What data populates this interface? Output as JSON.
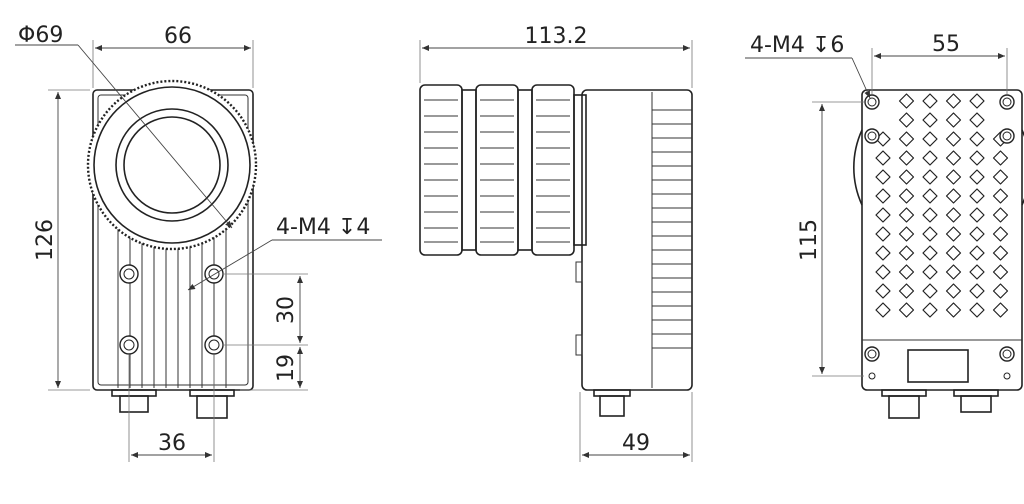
{
  "views": {
    "front": {
      "dims": {
        "lens_diameter": "Φ69",
        "width": "66",
        "height": "126",
        "thread": "4-M4 ↧4",
        "hole_spacing_v": "30",
        "hole_offset_v": "19",
        "hole_spacing_h": "36"
      }
    },
    "side": {
      "dims": {
        "total_length": "113.2",
        "body_depth": "49"
      }
    },
    "back": {
      "dims": {
        "thread": "4-M4 ↧6",
        "hole_spacing_h": "55",
        "hole_spacing_v": "115"
      }
    }
  }
}
